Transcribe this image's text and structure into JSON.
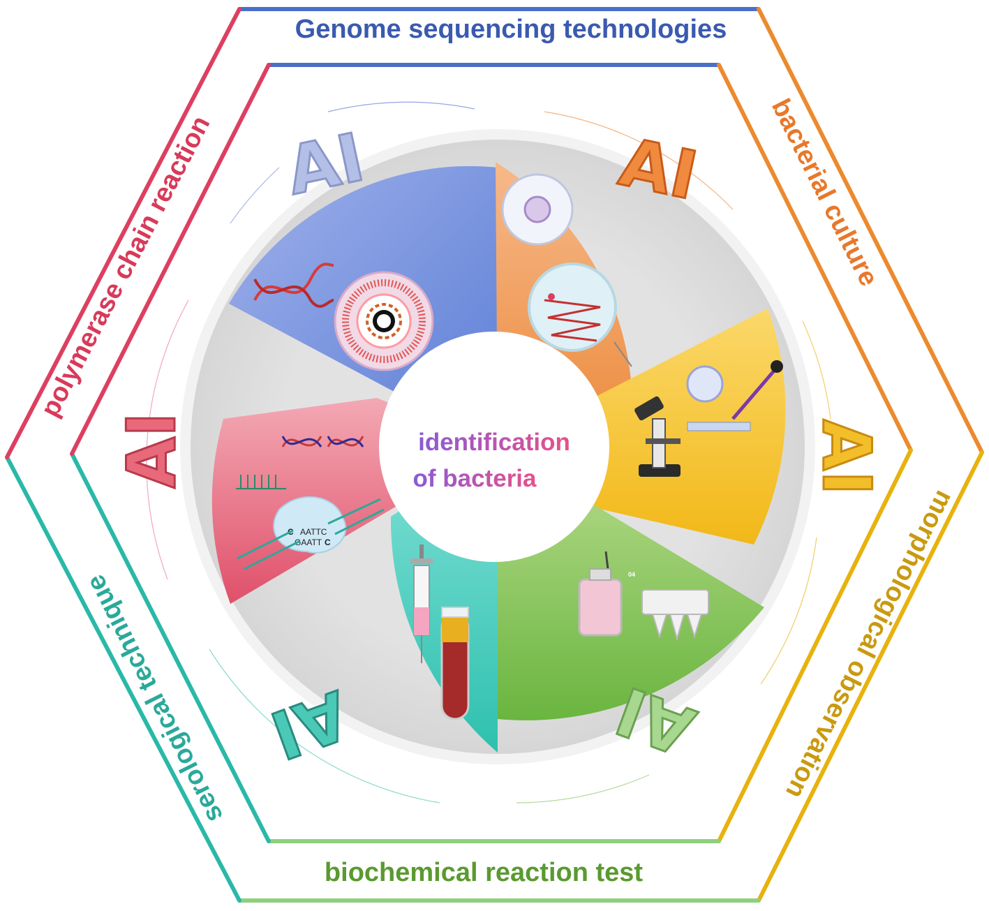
{
  "center": {
    "line1": "identification",
    "line2": "of bacteria"
  },
  "ai_mark": "AI",
  "methods": {
    "genome": {
      "label": "Genome sequencing technologies",
      "color": "#3a5ab0"
    },
    "culture": {
      "label": "bacterial culture",
      "color": "#e8782a"
    },
    "morphology": {
      "label": "morphological observation",
      "color": "#c99a10"
    },
    "biochemical": {
      "label": "biochemical reaction test",
      "color": "#5a9a30"
    },
    "serological": {
      "label": "serological technique",
      "color": "#2aa99a"
    },
    "pcr": {
      "label": "polymerase chain reaction",
      "color": "#d83a5a"
    }
  },
  "illustration_text": {
    "seq_top": "AATTC",
    "seq_bottom": "GAATT",
    "base_c1": "C",
    "base_c2": "C",
    "step_number": "04"
  }
}
